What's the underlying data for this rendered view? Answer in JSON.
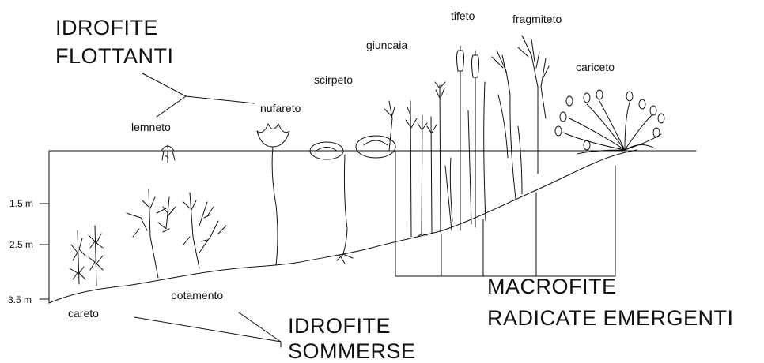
{
  "groups": {
    "floating": [
      "IDROFITE",
      "FLOTTANTI"
    ],
    "submerged": [
      "IDROFITE",
      "SOMMERSE"
    ],
    "emergent": [
      "MACROFITE",
      "RADICATE EMERGENTI"
    ]
  },
  "zones": {
    "lemneto": "lemneto",
    "nufareto": "nufareto",
    "scirpeto": "scirpeto",
    "giuncaia": "giuncaia",
    "tifeto": "tifeto",
    "fragmiteto": "fragmiteto",
    "cariceto": "cariceto",
    "potamento": "potamento",
    "careto": "careto"
  },
  "depths": [
    "1.5 m",
    "2.5 m",
    "3.5 m"
  ],
  "colors": {
    "ink": "#111111",
    "background": "#ffffff"
  }
}
